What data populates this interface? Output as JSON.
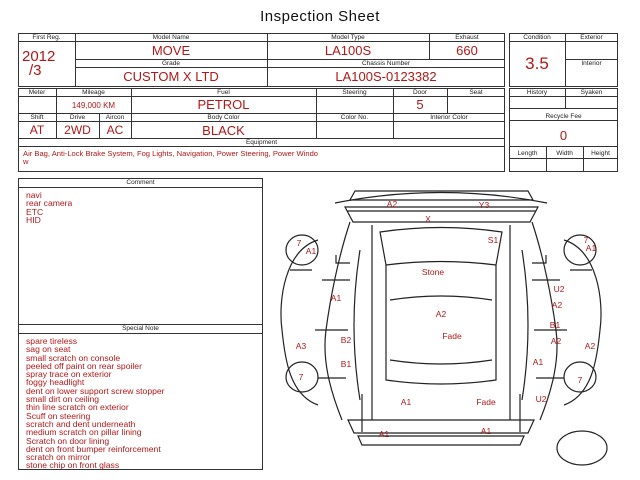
{
  "title": "Inspection Sheet",
  "vehicle": {
    "first_reg_label": "First Reg.",
    "first_reg_year": "2012",
    "first_reg_month": "/3",
    "model_name_label": "Model Name",
    "model_name": "MOVE",
    "model_type_label": "Model Type",
    "model_type": "LA100S",
    "exhaust_label": "Exhaust",
    "exhaust": "660",
    "grade_label": "Grade",
    "grade": "CUSTOM X LTD",
    "chassis_label": "Chassis Number",
    "chassis": "LA100S-0123382",
    "meter_label": "Meter",
    "mileage_label": "Mileage",
    "mileage": "149,000 KM",
    "fuel_label": "Fuel",
    "fuel": "PETROL",
    "steering_label": "Steering",
    "steering": "",
    "door_label": "Door",
    "door": "5",
    "seat_label": "Seat",
    "seat": "",
    "shift_label": "Shift",
    "shift": "AT",
    "drive_label": "Drive",
    "drive": "2WD",
    "aircon_label": "Aircon",
    "aircon": "AC",
    "body_color_label": "Body Color",
    "body_color": "BLACK",
    "color_no_label": "Color No.",
    "color_no": "",
    "interior_color_label": "Interior Color",
    "interior_color": "",
    "equipment_label": "Equipment",
    "equipment_line1": "Air Bag, Anti-Lock Brake System, Fog Lights, Navigation, Power Steering, Power Windo",
    "equipment_line2": "w"
  },
  "condition": {
    "condition_label": "Condition",
    "exterior_label": "Exterior",
    "score": "3.5",
    "interior_label": "Interior",
    "history_label": "History",
    "syaken_label": "Syaken",
    "recycle_fee_label": "Recycle Fee",
    "recycle_fee": "0",
    "length_label": "Length",
    "width_label": "Width",
    "height_label": "Height"
  },
  "comment": {
    "label": "Comment",
    "text": "navi\nrear camera\nETC\nHID"
  },
  "special_note": {
    "label": "Special Note",
    "text": "spare tireless\nsag on seat\nsmall scratch on console\npeeled off paint on rear spoiler\nspray trace on exterior\nfoggy headlight\ndent on lower support screw stopper\nsmall dirt on ceiling\nthin line scratch on exterior\nScuff on steering\nscratch and dent underneath\nmedium scratch on pillar lining\nScratch on door lining\ndent on front bumper reinforcement\nscratch on mirror\nstone chip on front glass"
  },
  "diagram": {
    "marks": {
      "m1": "A2",
      "m2": "Y3",
      "m3": "X",
      "m4": "S1",
      "m5": "7",
      "m6": "A1",
      "m7": "7",
      "m8": "A1",
      "m9": "Stone",
      "m10": "A1",
      "m11": "U2",
      "m12": "A2",
      "m13": "A2",
      "m14": "Fade",
      "m15": "B1",
      "m16": "B2",
      "m17": "A3",
      "m18": "A2",
      "m19": "A2",
      "m20": "B1",
      "m21": "A1",
      "m22": "7",
      "m23": "7",
      "m24": "A1",
      "m25": "Fade",
      "m26": "U2",
      "m27": "A1",
      "m28": "A1"
    }
  }
}
